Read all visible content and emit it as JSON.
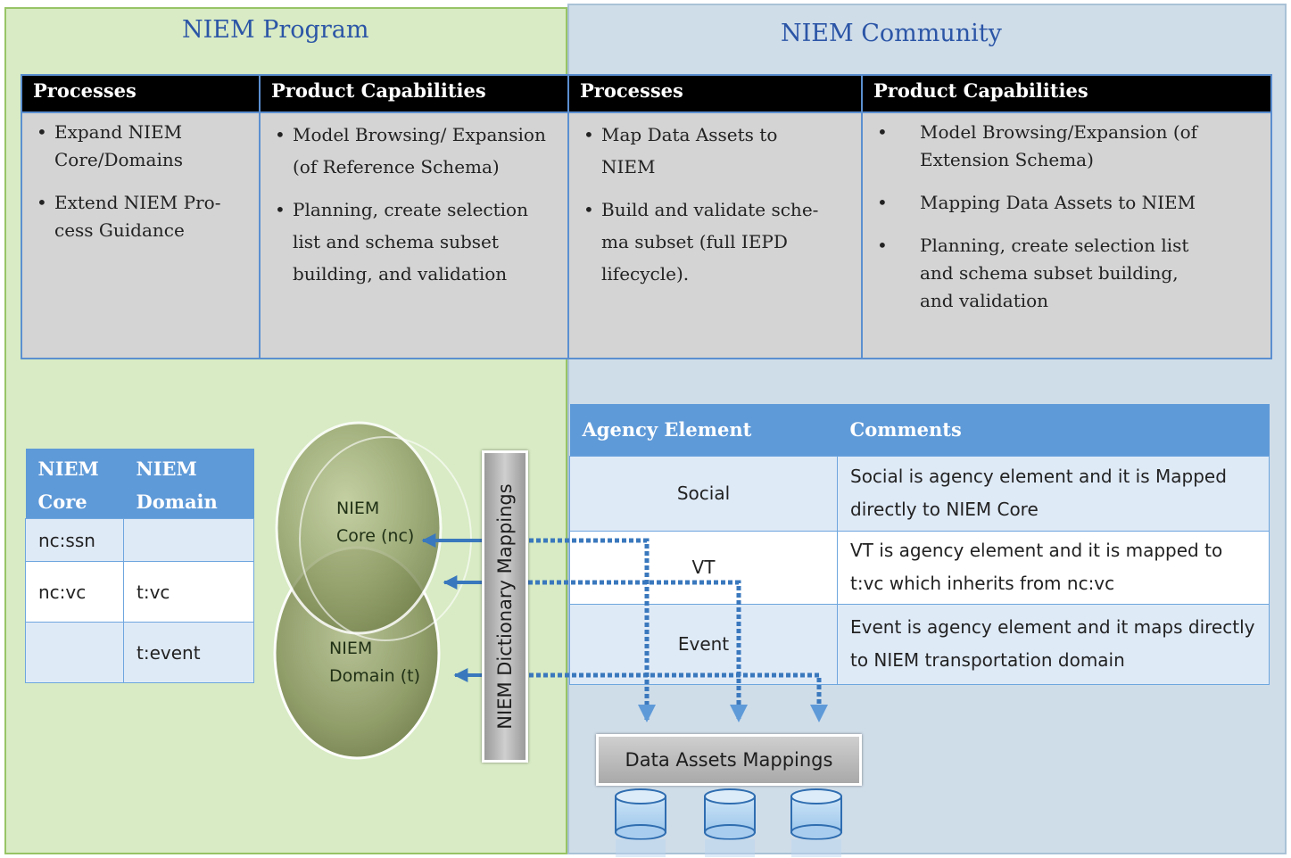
{
  "program": {
    "title": "NIEM Program",
    "headers": [
      "Processes",
      "Product Capabilities"
    ],
    "processes": [
      "Expand NIEM Core/Domains",
      "Extend NIEM Pro-cess Guidance"
    ],
    "capabilities": [
      "Model Browsing/ Expansion (of Reference Schema)",
      "Planning, create selection list and  schema subset building, and validation"
    ]
  },
  "community": {
    "title": "NIEM Community",
    "headers": [
      "Processes",
      "Product Capabilities"
    ],
    "processes": [
      "Map Data Assets to NIEM",
      "Build and validate sche-ma subset (full IEPD lifecycle)."
    ],
    "capabilities": [
      "Model Browsing/Expansion (of Extension Schema)",
      "Mapping Data Assets to NIEM",
      "Planning, create selection list and  schema subset  building, and validation"
    ]
  },
  "niem_table": {
    "headers": [
      "NIEM Core",
      "NIEM Domain"
    ],
    "rows": [
      [
        "nc:ssn",
        ""
      ],
      [
        "nc:vc",
        "t:vc"
      ],
      [
        "",
        "t:event"
      ]
    ]
  },
  "circles": {
    "core": [
      "NIEM",
      "Core (nc)"
    ],
    "domain": [
      "NIEM",
      "Domain (t)"
    ]
  },
  "dictionary_label": "NIEM Dictionary Mappings",
  "assets_label": "Data Assets Mappings",
  "agency_table": {
    "headers": [
      "Agency Element",
      "Comments"
    ],
    "rows": [
      [
        "Social",
        "Social is agency element and it is Mapped directly to NIEM Core"
      ],
      [
        "VT",
        "VT is agency element and it is mapped to t:vc which inherits from nc:vc"
      ],
      [
        "Event",
        "Event is agency element and it maps directly to NIEM transportation domain"
      ]
    ]
  },
  "colors": {
    "program_bg": "#d8ebc4",
    "community_bg": "#cfdde9",
    "title_text": "#2b55a6",
    "table_header": "#000000",
    "table_cell": "#d4d4d4",
    "accent_blue": "#5f9ad8",
    "arrow": "#3a78bd"
  },
  "icons": [
    "database-icon",
    "arrow-left-icon",
    "arrow-down-icon"
  ]
}
